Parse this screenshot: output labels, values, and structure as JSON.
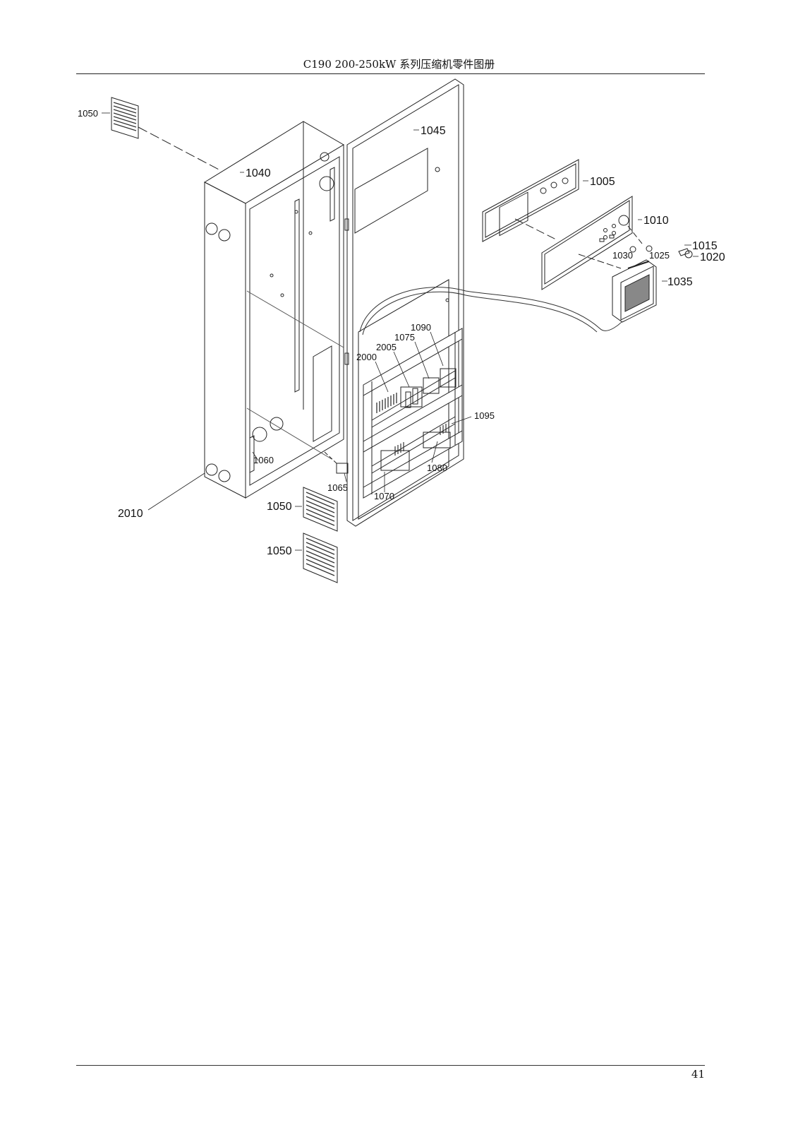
{
  "header": {
    "title": "C190 200-250kW 系列压缩机零件图册"
  },
  "footer": {
    "page_number": "41"
  },
  "callouts": {
    "c1050_top": "1050",
    "c1040": "1040",
    "c1045": "1045",
    "c1005": "1005",
    "c1010": "1010",
    "c1015": "1015",
    "c1020": "1020",
    "c1025": "1025",
    "c1030": "1030",
    "c1035": "1035",
    "c1090": "1090",
    "c1075": "1075",
    "c2005": "2005",
    "c2000": "2000",
    "c1095": "1095",
    "c1060": "1060",
    "c1080": "1080",
    "c1065": "1065",
    "c1070": "1070",
    "c2010": "2010",
    "c1050_mid": "1050",
    "c1050_bot": "1050"
  }
}
